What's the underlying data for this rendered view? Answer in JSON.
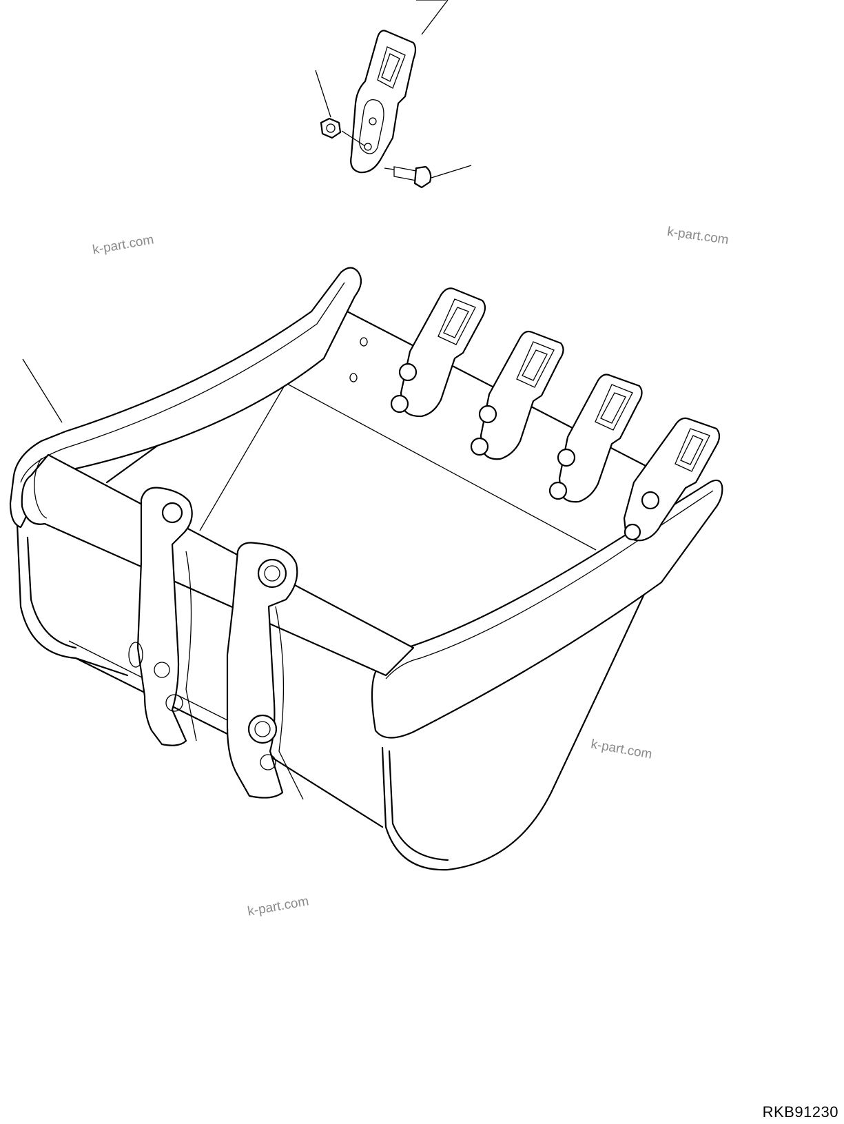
{
  "watermarks": [
    "k-part.com",
    "k-part.com",
    "k-part.com",
    "k-part.com"
  ],
  "drawing_code": "RKB91230",
  "colors": {
    "line": "#000000",
    "background": "#ffffff",
    "watermark": "#8a8a8a"
  },
  "components": [
    "bucket",
    "tooth",
    "nut",
    "bolt"
  ]
}
